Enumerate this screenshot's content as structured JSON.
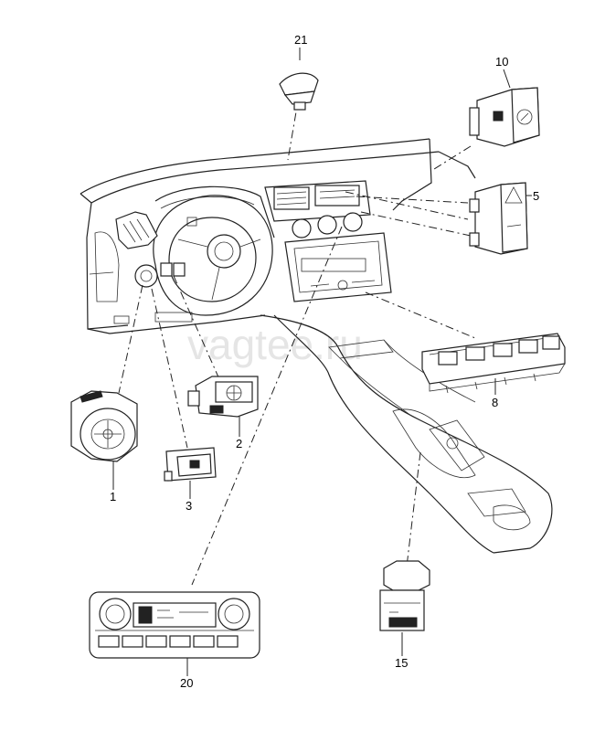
{
  "watermark": "vagtee.ru",
  "callouts": {
    "p1": "1",
    "p2": "2",
    "p3": "3",
    "p5": "5",
    "p8": "8",
    "p10": "10",
    "p15": "15",
    "p20": "20",
    "p21": "21"
  }
}
